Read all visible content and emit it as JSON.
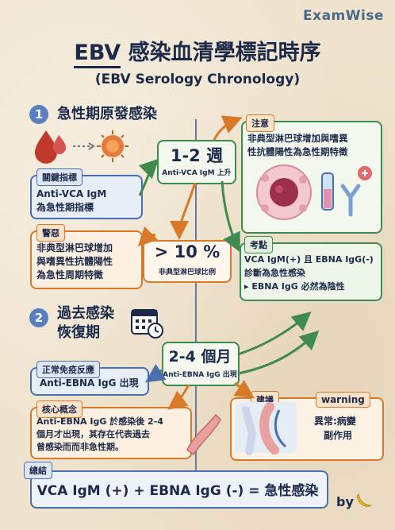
{
  "brand": "ExamWise",
  "title_ebv": "EBV",
  "title_rest": " 感染血清學標記時序",
  "subtitle": "(EBV Serology Chronology)",
  "section1": {
    "num": "1",
    "title": "急性期原發感染"
  },
  "section2": {
    "num": "2",
    "title_line1": "過去感染",
    "title_line2": "恢復期"
  },
  "key_indicator": {
    "tag": "關鍵指標",
    "line1": "Anti-VCA IgM",
    "line2": "為急性期指標"
  },
  "stage1": {
    "big": "1-2 週",
    "small": "Anti-VCA IgM 上升"
  },
  "note": {
    "tag": "注意",
    "line1": "非典型淋巴球增加與嗜異",
    "line2": "性抗體陽性為急性期特徵"
  },
  "alert": {
    "tag": "警惡",
    "line1": "非典型淋巴球增加",
    "line2": "與嗜異性抗體陽性",
    "line3": "為急性周期特徵"
  },
  "stage_lymph": {
    "big": "> 10 %",
    "small": "非典型淋巴球比例"
  },
  "exam_point": {
    "tag": "考點",
    "line1": "VCA IgM(+) 且 EBNA IgG(-)",
    "line2": "診斷為急性感染",
    "line3": "▸ EBNA IgG 必然為陰性"
  },
  "stage2": {
    "big": "2-4 個月",
    "small": "Anti-EBNA IgG 出現"
  },
  "normal_immune": {
    "tag": "正常免疫反應",
    "text": "Anti-EBNA IgG 出現"
  },
  "core_concept": {
    "tag": "核心概念",
    "line1": "Anti-EBNA IgG 於感染後 2-4",
    "line2": "個月才出現，其存在代表過去",
    "line3": "曾感染而而非急性期。"
  },
  "suggestion": {
    "tag": "建議"
  },
  "warning": {
    "tag": "warning",
    "line1": "異常:病變",
    "line2": "副作用"
  },
  "summary": {
    "tag": "總結",
    "text": "VCA IgM (+) + EBNA IgG (-) = 急性感染"
  },
  "by": "by",
  "colors": {
    "blue": "#4a6fb0",
    "green": "#3f8a4e",
    "orange": "#d8792a",
    "navy": "#1c2a4a"
  }
}
